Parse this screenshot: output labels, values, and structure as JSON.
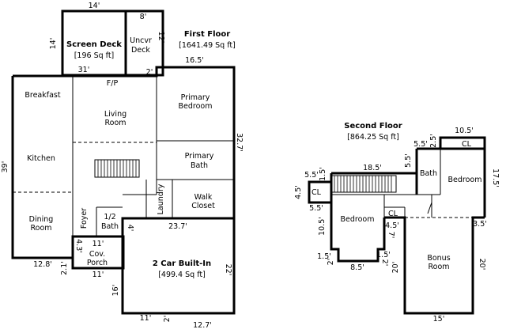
{
  "first_floor": {
    "title": "First Floor",
    "area": "[1641.49 Sq ft]",
    "rooms": {
      "screen_deck": "Screen Deck",
      "screen_deck_area": "[196 Sq ft]",
      "uncvr_deck_1": "Uncvr",
      "uncvr_deck_2": "Deck",
      "breakfast": "Breakfast",
      "fp": "F/P",
      "living_1": "Living",
      "living_2": "Room",
      "primary_bedroom_1": "Primary",
      "primary_bedroom_2": "Bedroom",
      "kitchen": "Kitchen",
      "primary_bath_1": "Primary",
      "primary_bath_2": "Bath",
      "laundry": "Laundry",
      "walk_closet_1": "Walk",
      "walk_closet_2": "Closet",
      "dining_1": "Dining",
      "dining_2": "Room",
      "foyer": "Foyer",
      "half_bath_1": "1/2",
      "half_bath_2": "Bath",
      "cov_porch_1": "Cov.",
      "cov_porch_2": "Porch",
      "garage": "2 Car Built-In",
      "garage_area": "[499.4 Sq ft]"
    },
    "dims": {
      "d14_top": "14'",
      "d14_side": "14'",
      "d8": "8'",
      "d12": "12'",
      "d31": "31'",
      "d2_deck": "2'",
      "d16_5": "16.5'",
      "d39": "39'",
      "d32_7": "32.7'",
      "d23_7": "23.7'",
      "d4": "4'",
      "d4_3": "4.3'",
      "d11_porch": "11'",
      "d12_8": "12.8'",
      "d2_1": "2.1'",
      "d11_porch_b": "11'",
      "d22": "22'",
      "d16": "16'",
      "d11_gar": "11'",
      "d2_gar": "2'",
      "d12_7": "12.7'"
    }
  },
  "second_floor": {
    "title": "Second Floor",
    "area": "[864.25 Sq ft]",
    "rooms": {
      "cl_left": "CL",
      "bath": "Bath",
      "cl_top": "CL",
      "bedroom_right": "Bedroom",
      "bedroom_left": "Bedroom",
      "cl_mid": "CL",
      "bonus_1": "Bonus",
      "bonus_2": "Room"
    },
    "dims": {
      "d10_5_top": "10.5'",
      "d2_5": "2.5'",
      "d5_5_a": "5.5'",
      "d5_5_b": "5.5'",
      "d18_5": "18.5'",
      "d5_5_c": "5.5'",
      "d1_5_a": "1.5'",
      "d17_5": "17.5'",
      "d4_5_a": "4.5'",
      "d5_5_d": "5.5'",
      "d10_5_side": "10.5'",
      "d4_5_b": "4.5'",
      "d7": "7'",
      "d3_5": "3.5'",
      "d1_5_b": "1.5'",
      "d1_5_c": "1.5'",
      "d2_a": "2'",
      "d2_b": "2'",
      "d20_a": "20'",
      "d20_b": "20'",
      "d8_5": "8.5'",
      "d15": "15'"
    }
  }
}
